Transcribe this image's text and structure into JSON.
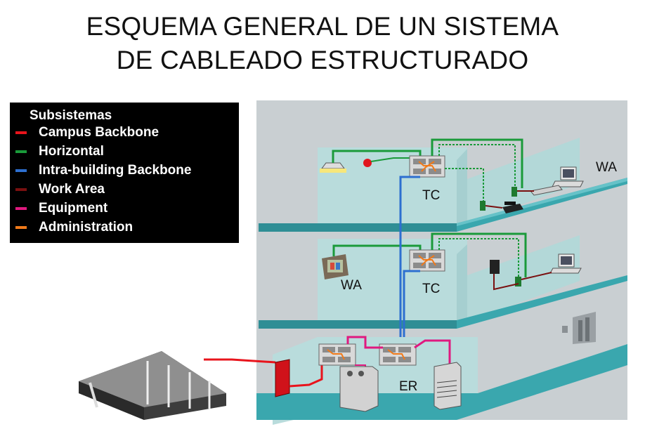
{
  "title": {
    "line1": "ESQUEMA GENERAL DE UN SISTEMA",
    "line2": "DE CABLEADO ESTRUCTURADO"
  },
  "legend": {
    "heading": "Subsistemas",
    "items": [
      {
        "label": "Campus Backbone",
        "color": "#e8141c"
      },
      {
        "label": "Horizontal",
        "color": "#1a9a3a"
      },
      {
        "label": "Intra-building Backbone",
        "color": "#2d6fd0"
      },
      {
        "label": "Work Area",
        "color": "#7a1010"
      },
      {
        "label": "Equipment",
        "color": "#e0197f"
      },
      {
        "label": "Administration",
        "color": "#f07a1a"
      }
    ]
  },
  "labels": {
    "top_wa": "WA",
    "top_tc": "TC",
    "mid_wa": "WA",
    "mid_tc": "TC",
    "ground_er": "ER"
  },
  "colors": {
    "floor": "#3aa7ae",
    "floor_edge": "#c8d8da",
    "wall": "#b9dcdc",
    "building_gray": "#c9cfd2"
  }
}
